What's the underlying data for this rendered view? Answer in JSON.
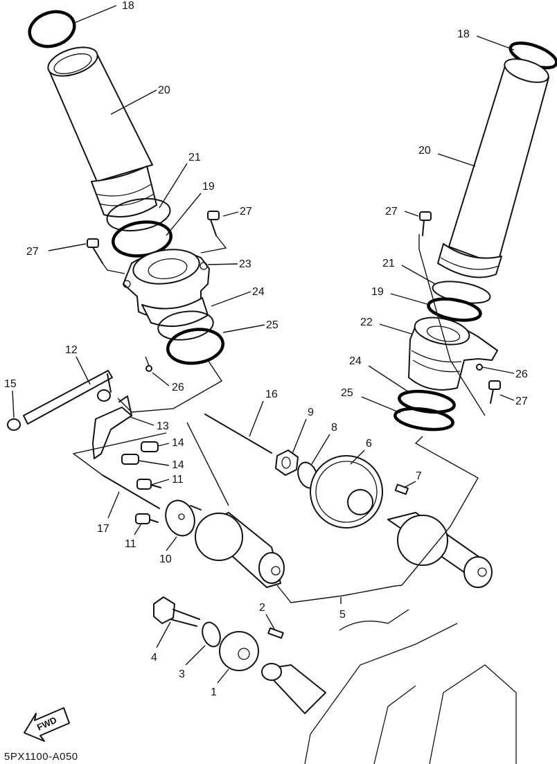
{
  "diagram": {
    "drawing_code": "5PX1100-A050",
    "direction_marker": "FWD",
    "callouts": [
      {
        "id": "c18a",
        "label": "18"
      },
      {
        "id": "c20a",
        "label": "20"
      },
      {
        "id": "c21a",
        "label": "21"
      },
      {
        "id": "c19a",
        "label": "19"
      },
      {
        "id": "c27a",
        "label": "27"
      },
      {
        "id": "c27b",
        "label": "27"
      },
      {
        "id": "c23",
        "label": "23"
      },
      {
        "id": "c24a",
        "label": "24"
      },
      {
        "id": "c25a",
        "label": "25"
      },
      {
        "id": "c26a",
        "label": "26"
      },
      {
        "id": "c12",
        "label": "12"
      },
      {
        "id": "c15",
        "label": "15"
      },
      {
        "id": "c13",
        "label": "13"
      },
      {
        "id": "c14a",
        "label": "14"
      },
      {
        "id": "c14b",
        "label": "14"
      },
      {
        "id": "c11a",
        "label": "11"
      },
      {
        "id": "c11b",
        "label": "11"
      },
      {
        "id": "c17",
        "label": "17"
      },
      {
        "id": "c10",
        "label": "10"
      },
      {
        "id": "c16",
        "label": "16"
      },
      {
        "id": "c9",
        "label": "9"
      },
      {
        "id": "c8",
        "label": "8"
      },
      {
        "id": "c6",
        "label": "6"
      },
      {
        "id": "c7",
        "label": "7"
      },
      {
        "id": "c5",
        "label": "5"
      },
      {
        "id": "c4",
        "label": "4"
      },
      {
        "id": "c3",
        "label": "3"
      },
      {
        "id": "c2",
        "label": "2"
      },
      {
        "id": "c1",
        "label": "1"
      },
      {
        "id": "c18b",
        "label": "18"
      },
      {
        "id": "c20b",
        "label": "20"
      },
      {
        "id": "c27c",
        "label": "27"
      },
      {
        "id": "c21b",
        "label": "21"
      },
      {
        "id": "c19b",
        "label": "19"
      },
      {
        "id": "c22",
        "label": "22"
      },
      {
        "id": "c26b",
        "label": "26"
      },
      {
        "id": "c24b",
        "label": "24"
      },
      {
        "id": "c25b",
        "label": "25"
      },
      {
        "id": "c27d",
        "label": "27"
      }
    ]
  }
}
